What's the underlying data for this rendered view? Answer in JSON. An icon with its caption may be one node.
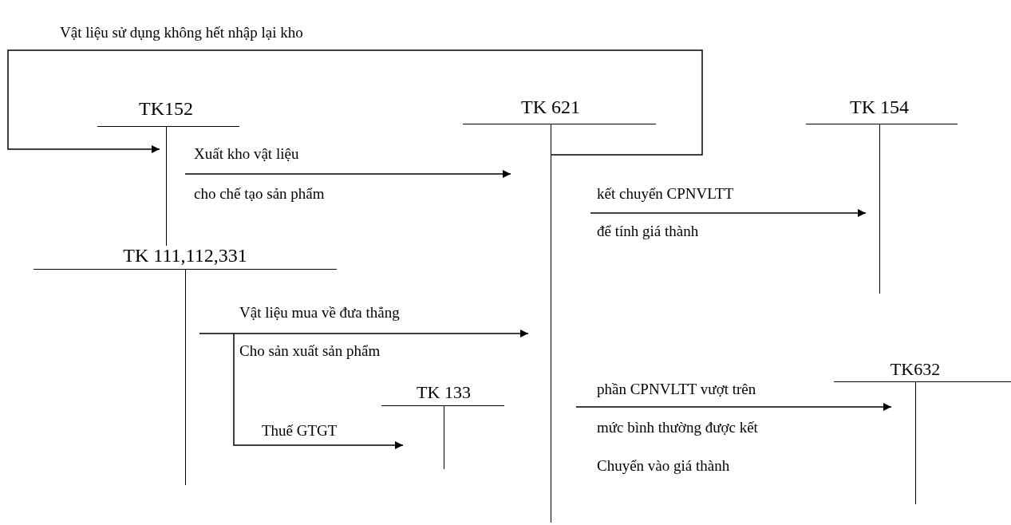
{
  "diagram": {
    "nodes": [
      {
        "text": [
          "TK152"
        ]
      },
      {
        "text": [
          "TK 621"
        ]
      },
      {
        "text": [
          "TK 154"
        ]
      },
      {
        "text": [
          "TK 111,112,331"
        ]
      },
      {
        "text": [
          "TK 133"
        ]
      },
      {
        "text": [
          "TK632"
        ]
      }
    ],
    "edges": [
      {
        "from": 1,
        "to": 0,
        "arrow": "to",
        "label": "Vật liệu sử dụng không hết nhập lại kho"
      },
      {
        "from": 0,
        "to": 1,
        "arrow": "to",
        "label": "Xuất kho vật liệu cho chế tạo sản phẩm"
      },
      {
        "from": 1,
        "to": 2,
        "arrow": "to",
        "label": "kết chuyển CPNVLTT để tính giá thành"
      },
      {
        "from": 3,
        "to": 1,
        "arrow": "to",
        "label": "Vật liệu mua về đưa thẳng Cho sản xuất sản phẩm"
      },
      {
        "from": 3,
        "to": 4,
        "arrow": "to",
        "label": "Thuế GTGT"
      },
      {
        "from": 1,
        "to": 5,
        "arrow": "to",
        "label": "phần CPNVLTT vượt trên mức bình thường được kết Chuyển vào giá thành"
      }
    ]
  }
}
